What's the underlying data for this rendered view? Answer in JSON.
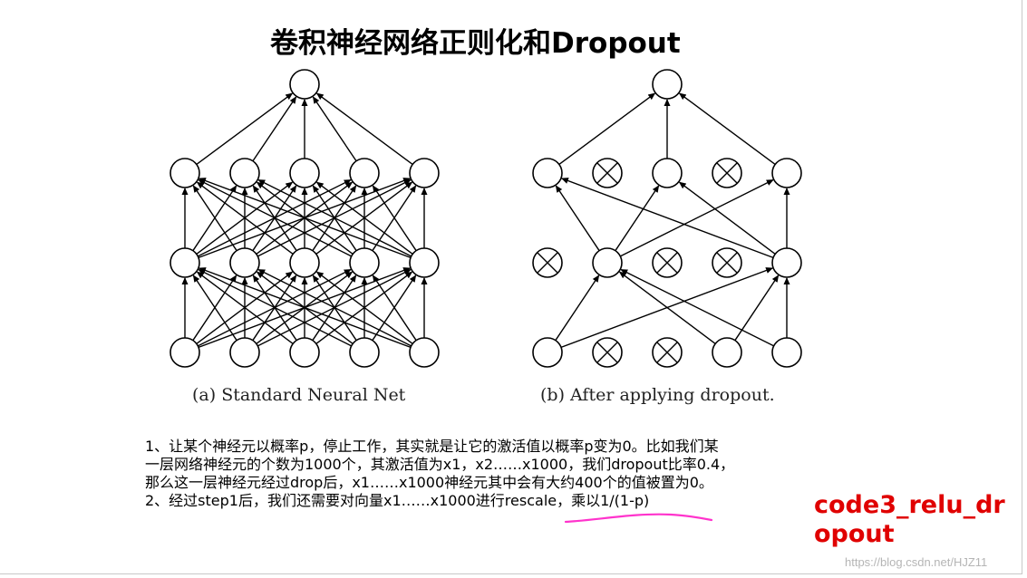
{
  "slide": {
    "title": "卷积神经网络正则化和Dropout",
    "caption_a": "(a) Standard Neural Net",
    "caption_b": "(b) After applying dropout.",
    "body_line1": "1、让某个神经元以概率p，停止工作，其实就是让它的激活值以概率p变为0。比如我们某",
    "body_line2": "一层网络神经元的个数为1000个，其激活值为x1，x2……x1000，我们dropout比率0.4，",
    "body_line3": "那么这一层神经元经过drop后，x1……x1000神经元其中会有大约400个的值被置为0。",
    "body_line4": "2、经过step1后，我们还需要对向量x1……x1000进行rescale，乘以1/(1-p)",
    "code_label_line1": "code3_relu_dr",
    "code_label_line2": "opout",
    "watermark": "https://blog.csdn.net/HJZ11"
  },
  "colors": {
    "title": "#000000",
    "code_label": "#e00000",
    "underline": "#ff33cc",
    "watermark": "#b5b5b5"
  }
}
